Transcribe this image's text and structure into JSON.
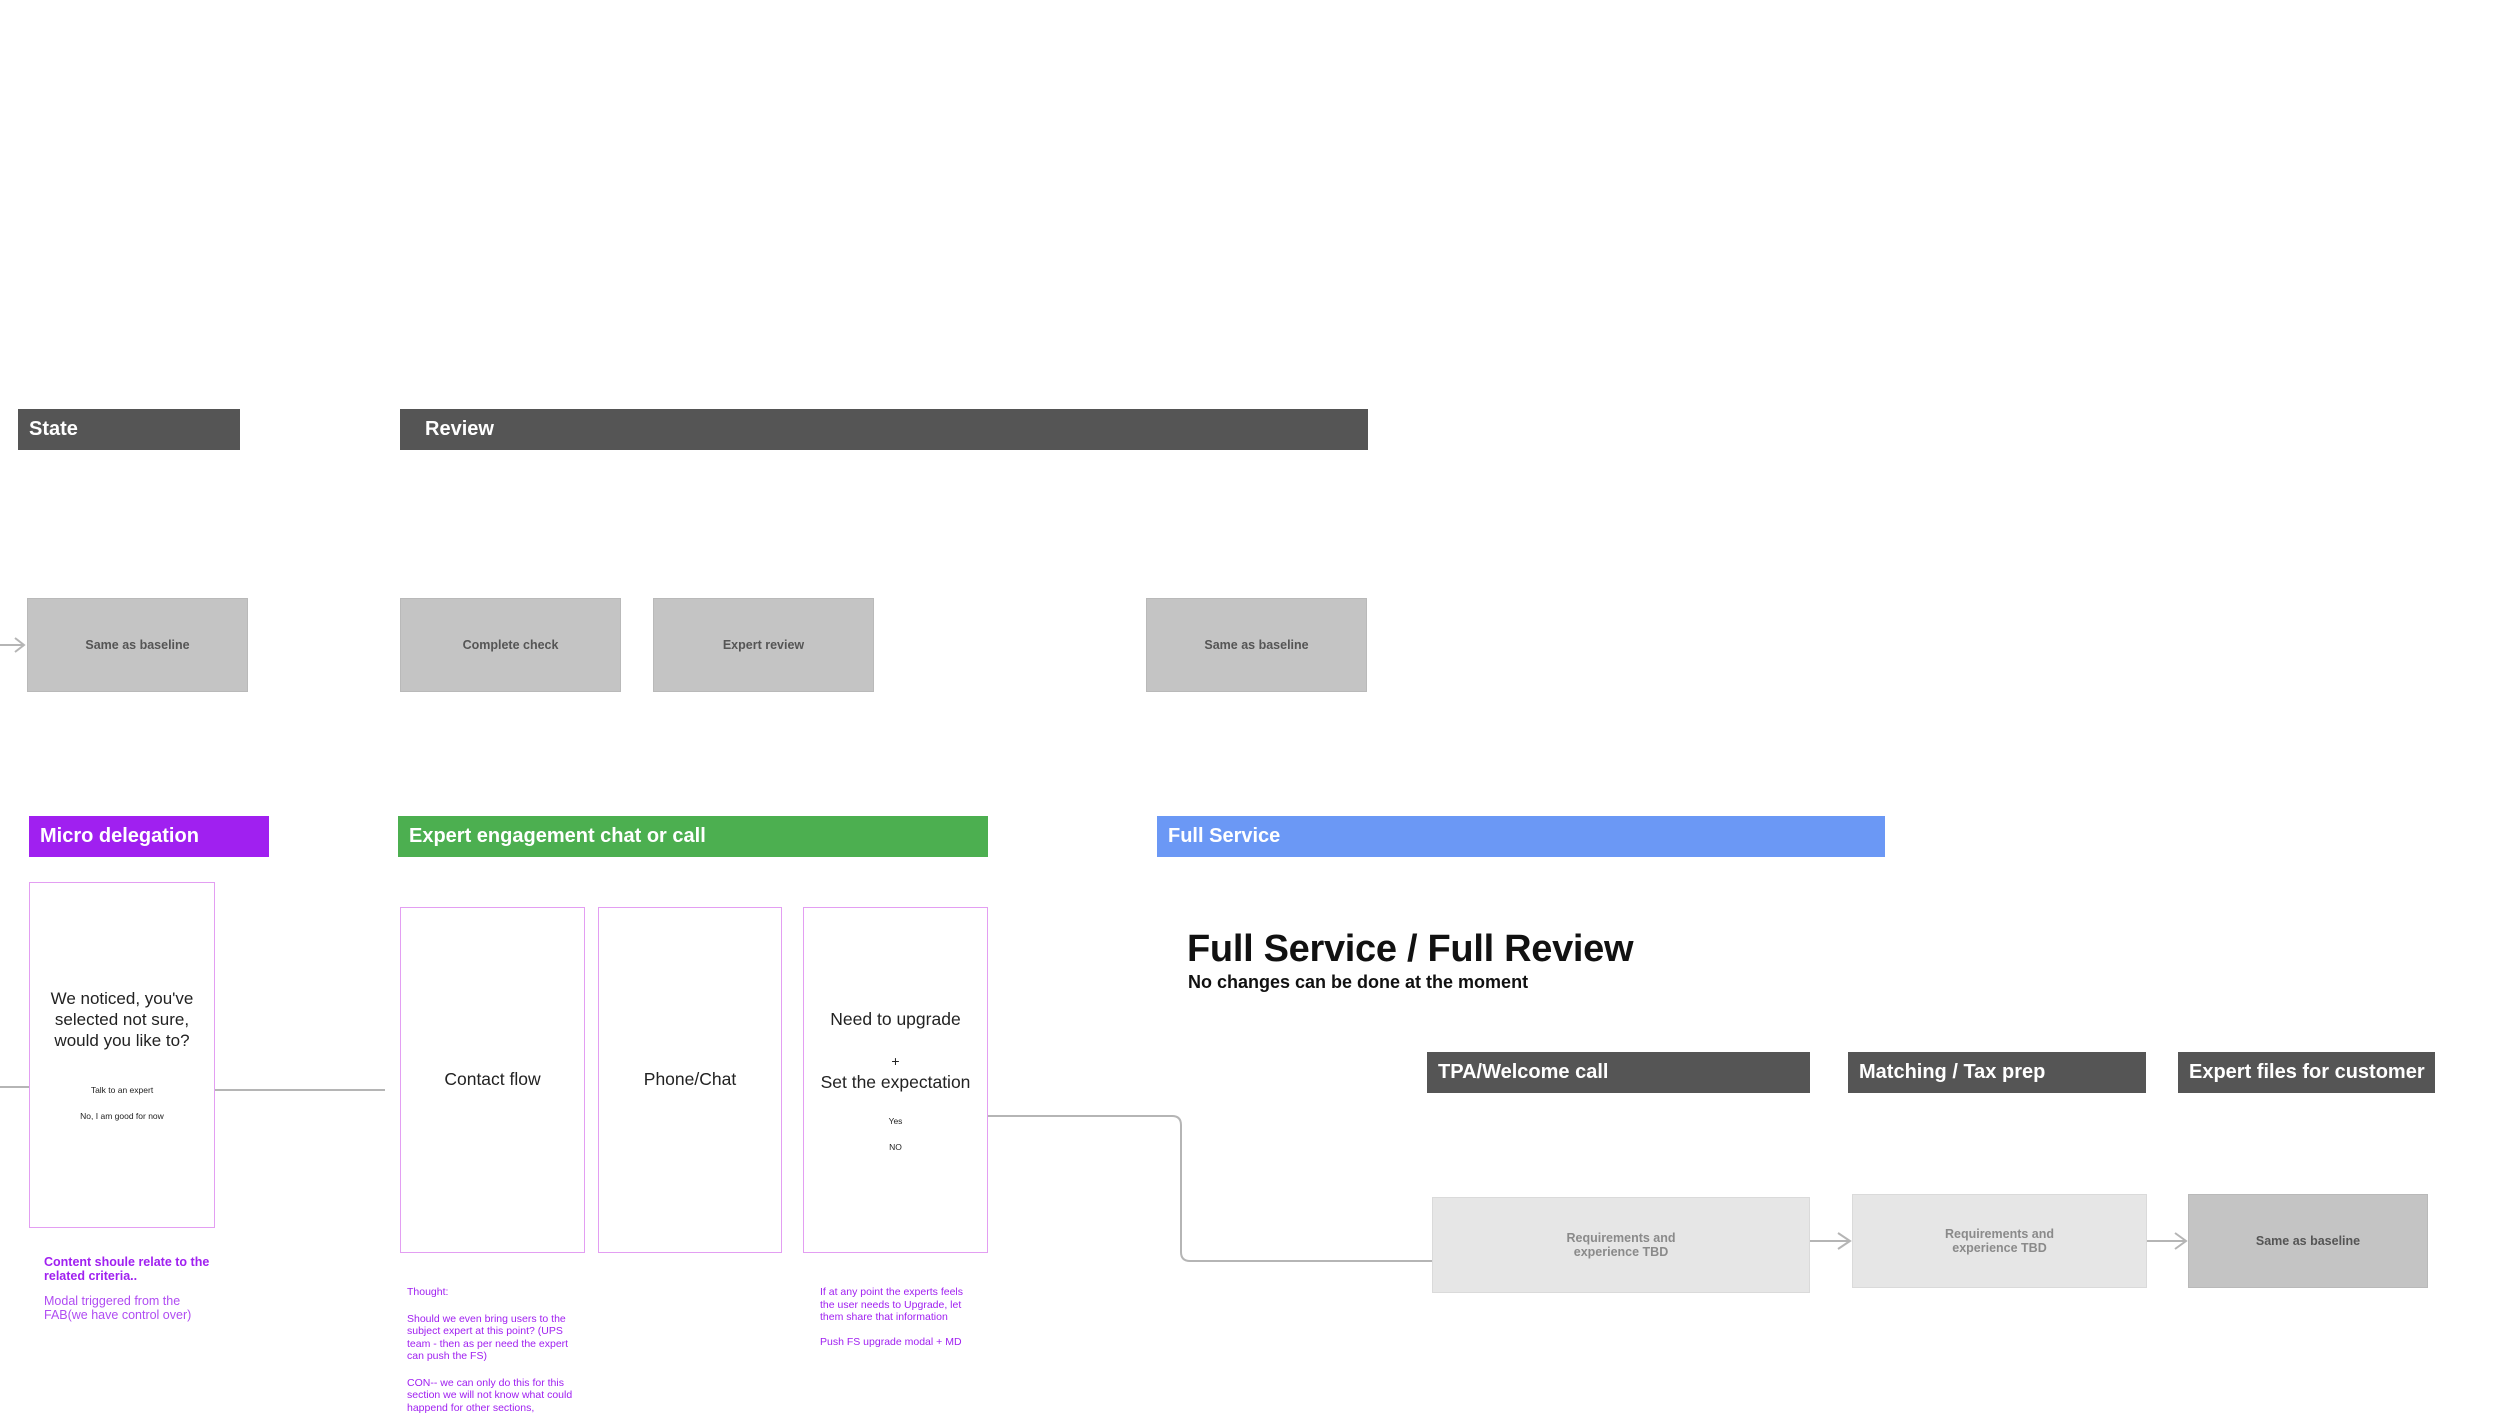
{
  "headers": {
    "state": "State",
    "review": "Review",
    "micro_delegation": "Micro delegation",
    "expert_engagement": "Expert engagement chat or call",
    "full_service": "Full Service",
    "tpa_welcome": "TPA/Welcome call",
    "matching": "Matching / Tax prep",
    "expert_files": "Expert files for customer"
  },
  "boxes": {
    "state_baseline": "Same as baseline",
    "complete_check": "Complete check",
    "expert_review": "Expert review",
    "review_baseline": "Same as baseline",
    "tpa_requirements": "Requirements and experience TBD",
    "matching_requirements": "Requirements and experience TBD",
    "expert_files_baseline": "Same as baseline"
  },
  "micro_screen": {
    "question": "We noticed, you've selected not sure, would you like to?",
    "option_expert": "Talk to an expert",
    "option_no": "No, I am good for now"
  },
  "engagement_screens": {
    "contact_flow": "Contact flow",
    "phone_chat": "Phone/Chat",
    "upgrade_line1": "Need to upgrade",
    "upgrade_plus": "+",
    "upgrade_line2": "Set the expectation",
    "upgrade_yes": "Yes",
    "upgrade_no": "NO"
  },
  "notes": {
    "micro_note1": "Content shoule relate to the related criteria..",
    "micro_note2": "Modal triggered from the FAB(we have control over)",
    "thought_title": "Thought:",
    "thought_body": "Should we even bring users to the subject expert at this point? (UPS team - then as per need the expert can push the FS)",
    "thought_con": "CON-- we can only do this for this section we will not know what could happend for other sections,",
    "upgrade_note1": "If at any point the experts feels the user needs to Upgrade, let them  share that information",
    "upgrade_note2": "Push FS  upgrade modal + MD"
  },
  "full_service_title": {
    "title": "Full Service / Full Review",
    "subtitle": "No changes can be done at the moment"
  },
  "colors": {
    "dark_header": "#555555",
    "purple": "#a020f0",
    "green": "#4caf50",
    "blue": "#6b98f5",
    "grey_box": "#c4c4c4",
    "light_box": "#e6e6e6",
    "screen_border": "#e39ef2",
    "connector": "#b5b5b5"
  }
}
